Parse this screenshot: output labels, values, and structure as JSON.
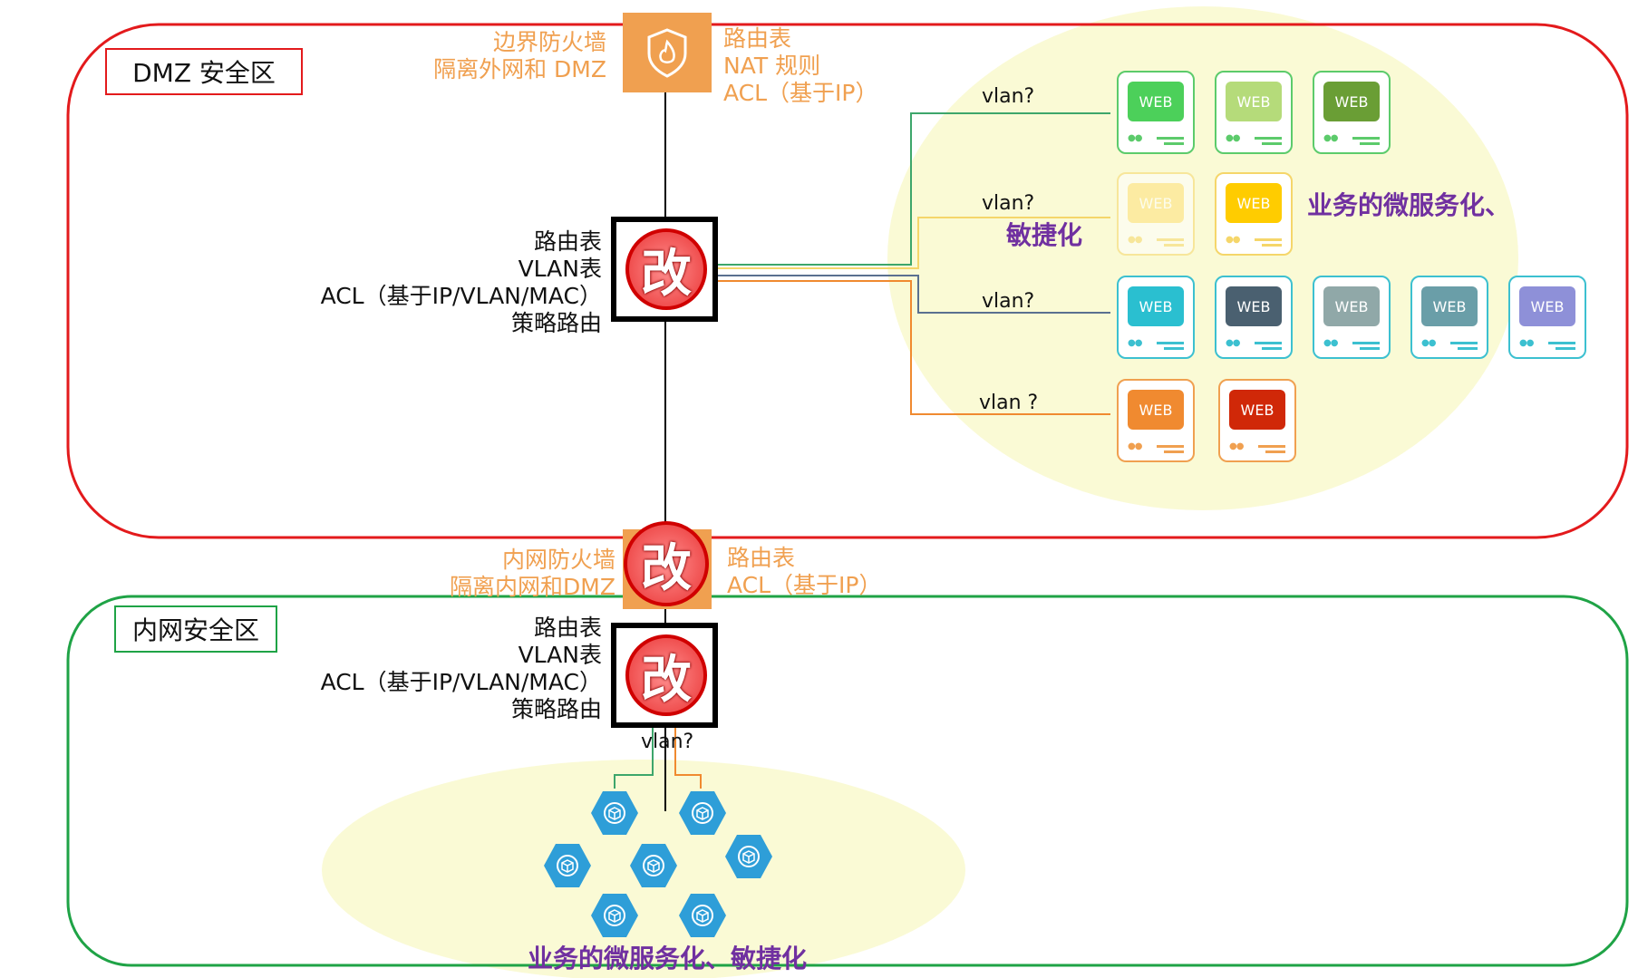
{
  "zones": {
    "dmz_label": "DMZ 安全区",
    "intranet_label": "内网安全区"
  },
  "border_firewall": {
    "name_line1": "边界防火墙",
    "name_line2": "隔离外网和 DMZ",
    "rules_line1": "路由表",
    "rules_line2": "NAT 规则",
    "rules_line3": "ACL（基于IP）",
    "icon": "firewall-shield-icon"
  },
  "dmz_switch": {
    "lines": [
      "路由表",
      "VLAN表",
      "ACL（基于IP/VLAN/MAC）",
      "策略路由"
    ],
    "badge": "改"
  },
  "intranet_firewall": {
    "name_line1": "内网防火墙",
    "name_line2": "隔离内网和DMZ",
    "rules_line1": "路由表",
    "rules_line2": "ACL（基于IP）",
    "badge": "改"
  },
  "intranet_switch": {
    "lines": [
      "路由表",
      "VLAN表",
      "ACL（基于IP/VLAN/MAC）",
      "策略路由"
    ],
    "badge": "改",
    "vlan_label": "vlan?"
  },
  "vlan_labels": [
    "vlan?",
    "vlan?",
    "vlan?",
    "vlan ?"
  ],
  "server_label": "WEB",
  "server_groups": [
    {
      "colors": [
        "#4CD05A",
        "#B5DB7A",
        "#6A9E35"
      ],
      "border": "#5CCB6B",
      "faded": [
        false,
        false,
        false
      ]
    },
    {
      "colors": [
        "#FFE07A",
        "#FFCC00"
      ],
      "border": "#F5D66A",
      "faded": [
        true,
        false
      ]
    },
    {
      "colors": [
        "#2ABFD0",
        "#4A6070",
        "#90A8A8",
        "#6A9EA8",
        "#8E90D8"
      ],
      "border": "#3CC0D0",
      "faded": [
        false,
        false,
        false,
        false,
        false
      ]
    },
    {
      "colors": [
        "#F08A30",
        "#D02808"
      ],
      "border": "#F0A050",
      "faded": [
        false,
        false
      ]
    }
  ],
  "dmz_service_text_line1": "业务的微服务化、",
  "dmz_service_text_line2": "敏捷化",
  "intranet_service_text": "业务的微服务化、敏捷化",
  "microservice_icon": "cube-hexagon-icon",
  "colors": {
    "dmz_border": "#E31A1C",
    "intranet_border": "#1FA346",
    "firewall_orange": "#F0A050",
    "highlight_yellow": "#FAFAD0",
    "purple": "#7030A0",
    "hex_blue": "#2E9ED8"
  }
}
